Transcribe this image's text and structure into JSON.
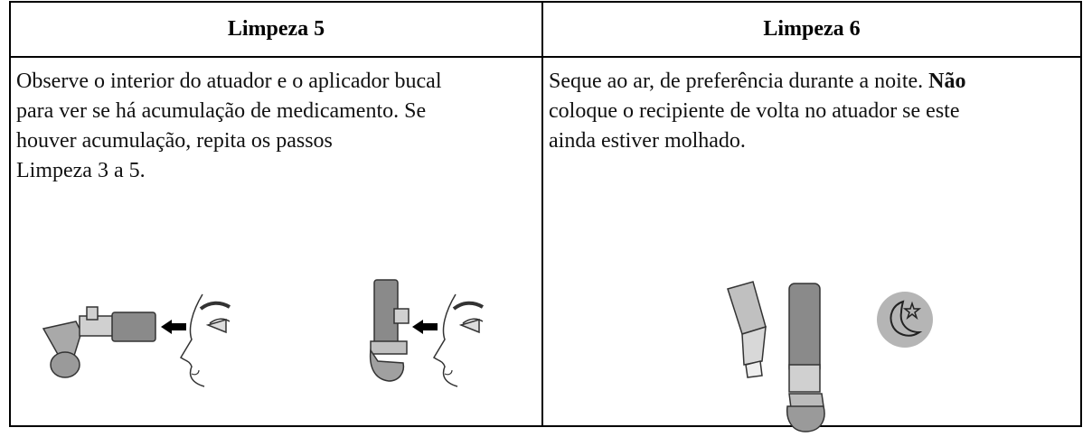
{
  "table": {
    "col1": {
      "heading": "Limpeza 5",
      "lines": [
        "Observe o interior do atuador e o aplicador bucal",
        "para ver se há acumulação de medicamento. Se",
        "houver acumulação, repita os passos",
        "Limpeza 3 a 5."
      ],
      "illustrations": [
        "inspect-actuator-horizontal-icon",
        "inspect-actuator-vertical-icon"
      ]
    },
    "col2": {
      "heading": "Limpeza 6",
      "line1": "Seque ao ar, de preferência durante a noite.",
      "line1_bold": "Não",
      "line2": "coloque o recipiente de volta no atuador se este",
      "line3": "ainda estiver molhado.",
      "illustrations": [
        "drying-actuator-parts-icon",
        "night-moon-star-icon"
      ]
    }
  },
  "colors": {
    "border": "#000000",
    "device": "#8a8a8a",
    "device_light": "#c9c9c9",
    "moon_bg": "#b5b5b5"
  }
}
